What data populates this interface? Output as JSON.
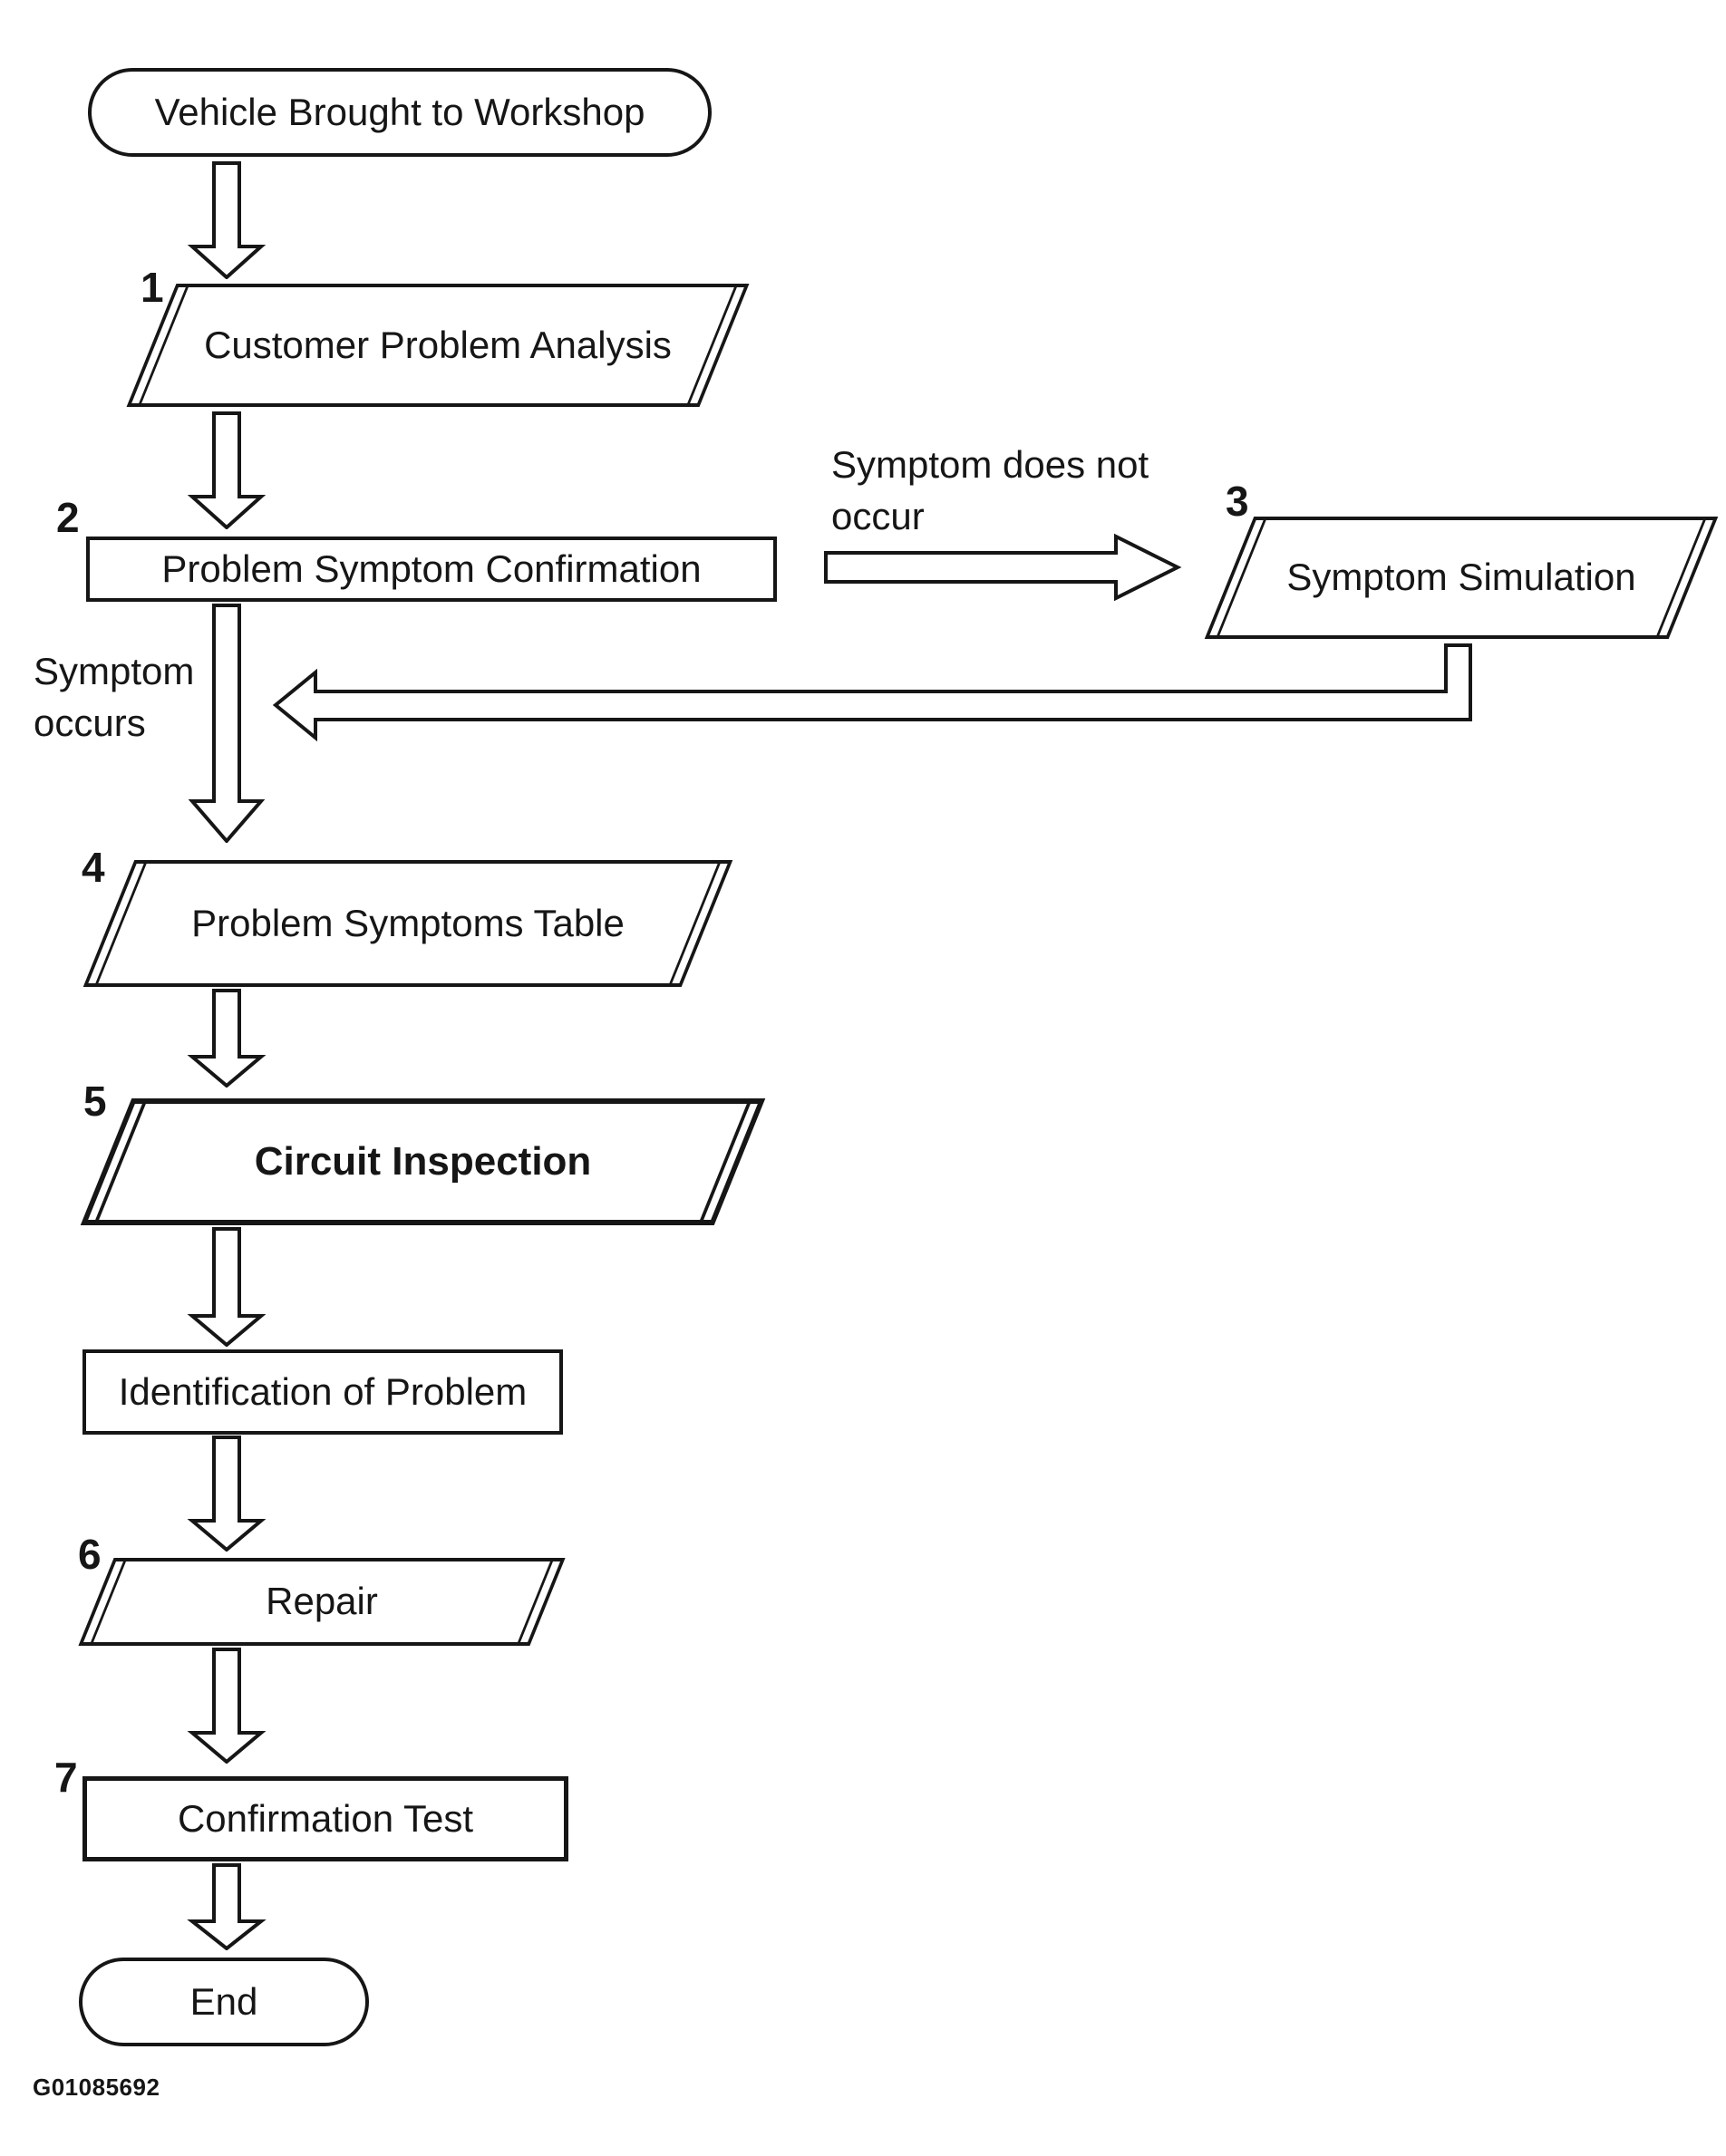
{
  "diagram": {
    "start_label": "Vehicle Brought to Workshop",
    "end_label": "End",
    "figure_id": "G01085692",
    "steps": [
      {
        "num": "1",
        "label": "Customer Problem Analysis"
      },
      {
        "num": "2",
        "label": "Problem Symptom Confirmation"
      },
      {
        "num": "3",
        "label": "Symptom Simulation"
      },
      {
        "num": "4",
        "label": "Problem Symptoms Table"
      },
      {
        "num": "5",
        "label": "Circuit Inspection"
      },
      {
        "num": "",
        "label": "Identification of Problem"
      },
      {
        "num": "6",
        "label": "Repair"
      },
      {
        "num": "7",
        "label": "Confirmation Test"
      }
    ],
    "branch_labels": {
      "not_occur_line1": "Symptom does not",
      "not_occur_line2": "occur",
      "occurs_line1": "Symptom",
      "occurs_line2": "occurs"
    },
    "colors": {
      "ink": "#161616",
      "paper": "#ffffff"
    }
  }
}
